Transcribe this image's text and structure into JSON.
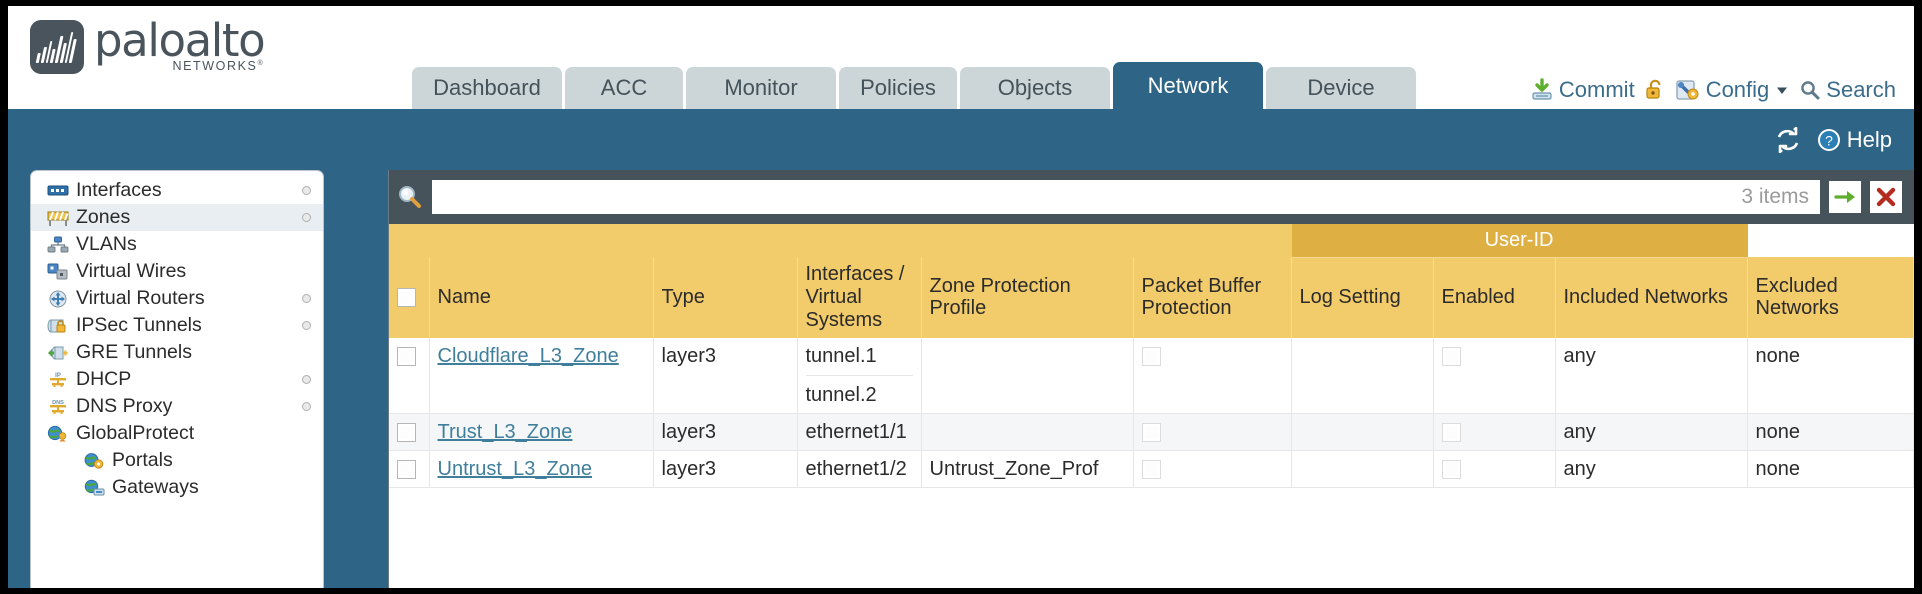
{
  "brand": {
    "name": "paloalto",
    "tagline": "NETWORKS",
    "registered": "®"
  },
  "nav_tabs": [
    {
      "label": "Dashboard",
      "active": false
    },
    {
      "label": "ACC",
      "active": false
    },
    {
      "label": "Monitor",
      "active": false
    },
    {
      "label": "Policies",
      "active": false
    },
    {
      "label": "Objects",
      "active": false
    },
    {
      "label": "Network",
      "active": true
    },
    {
      "label": "Device",
      "active": false
    }
  ],
  "toolbar": {
    "commit_label": "Commit",
    "lock_label": "",
    "config_label": "Config",
    "search_label": "Search",
    "help_label": "Help"
  },
  "sidebar": {
    "items": [
      {
        "label": "Interfaces",
        "icon": "interfaces-icon",
        "selected": false,
        "child": false,
        "dot": true,
        "caret": false
      },
      {
        "label": "Zones",
        "icon": "zones-icon",
        "selected": true,
        "child": false,
        "dot": true,
        "caret": false
      },
      {
        "label": "VLANs",
        "icon": "vlans-icon",
        "selected": false,
        "child": false,
        "dot": false,
        "caret": false
      },
      {
        "label": "Virtual Wires",
        "icon": "virtual-wires-icon",
        "selected": false,
        "child": false,
        "dot": false,
        "caret": false
      },
      {
        "label": "Virtual Routers",
        "icon": "virtual-routers-icon",
        "selected": false,
        "child": false,
        "dot": true,
        "caret": false
      },
      {
        "label": "IPSec Tunnels",
        "icon": "ipsec-tunnels-icon",
        "selected": false,
        "child": false,
        "dot": true,
        "caret": false
      },
      {
        "label": "GRE Tunnels",
        "icon": "gre-tunnels-icon",
        "selected": false,
        "child": false,
        "dot": false,
        "caret": false
      },
      {
        "label": "DHCP",
        "icon": "dhcp-icon",
        "selected": false,
        "child": false,
        "dot": true,
        "caret": false
      },
      {
        "label": "DNS Proxy",
        "icon": "dns-proxy-icon",
        "selected": false,
        "child": false,
        "dot": true,
        "caret": false
      },
      {
        "label": "GlobalProtect",
        "icon": "globalprotect-icon",
        "selected": false,
        "child": false,
        "dot": false,
        "caret": true
      },
      {
        "label": "Portals",
        "icon": "portals-icon",
        "selected": false,
        "child": true,
        "dot": false,
        "caret": false
      },
      {
        "label": "Gateways",
        "icon": "gateways-icon",
        "selected": false,
        "child": true,
        "dot": false,
        "caret": false
      }
    ]
  },
  "search": {
    "value": "",
    "placeholder": "",
    "item_count": "3 items",
    "apply_icon": "green-arrow-icon",
    "clear_icon": "red-x-icon"
  },
  "table": {
    "group_header": {
      "label": "User-ID",
      "span": 3
    },
    "columns": [
      "Name",
      "Type",
      "Interfaces / Virtual Systems",
      "Zone Protection Profile",
      "Packet Buffer Protection",
      "Log Setting",
      "Enabled",
      "Included Networks",
      "Excluded Networks"
    ],
    "rows": [
      {
        "selected": false,
        "name": "Cloudflare_L3_Zone",
        "type": "layer3",
        "interfaces": [
          "tunnel.1",
          "tunnel.2"
        ],
        "zone_protection_profile": "",
        "packet_buffer_protection": false,
        "log_setting": "",
        "userid_enabled": false,
        "included_networks": "any",
        "excluded_networks": "none"
      },
      {
        "selected": false,
        "name": "Trust_L3_Zone",
        "type": "layer3",
        "interfaces": [
          "ethernet1/1"
        ],
        "zone_protection_profile": "",
        "packet_buffer_protection": false,
        "log_setting": "",
        "userid_enabled": false,
        "included_networks": "any",
        "excluded_networks": "none"
      },
      {
        "selected": false,
        "name": "Untrust_L3_Zone",
        "type": "layer3",
        "interfaces": [
          "ethernet1/2"
        ],
        "zone_protection_profile": "Untrust_Zone_Prof",
        "packet_buffer_protection": false,
        "log_setting": "",
        "userid_enabled": false,
        "included_networks": "any",
        "excluded_networks": "none"
      }
    ]
  },
  "colors": {
    "brand_blue": "#2e6586",
    "header_gold": "#f2cb6b",
    "group_gold": "#deb044",
    "tab_inactive": "#ccd6d8",
    "link_teal": "#3f7f9c",
    "search_bar": "#47535b"
  }
}
